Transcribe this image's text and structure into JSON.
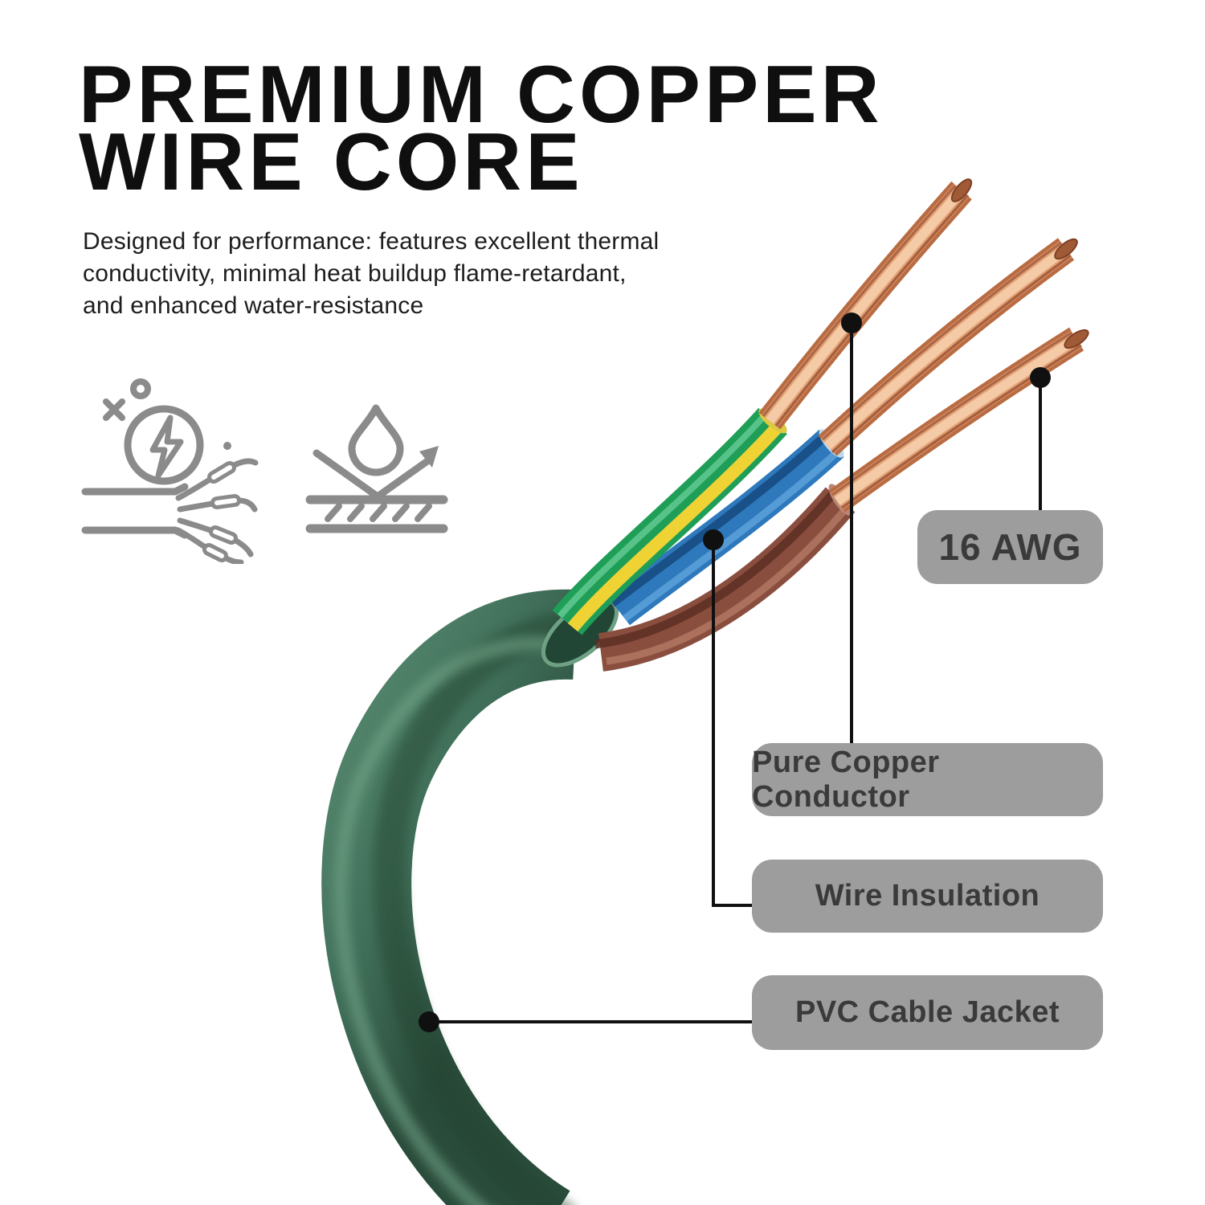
{
  "header": {
    "title_line1": "PREMIUM COPPER",
    "title_line2": "WIRE CORE",
    "description_line1": "Designed for performance: features excellent thermal",
    "description_line2": "conductivity, minimal heat buildup flame-retardant,",
    "description_line3": "and enhanced water-resistance"
  },
  "features": {
    "icons": [
      {
        "name": "electric-cable-icon"
      },
      {
        "name": "water-resistant-icon"
      }
    ]
  },
  "callouts": {
    "awg_label": "16 AWG",
    "conductor_label": "Pure Copper Conductor",
    "insulation_label": "Wire Insulation",
    "jacket_label": "PVC Cable Jacket"
  },
  "colors": {
    "badge_bg": "#9d9d9d",
    "badge_text": "#3a3a3a",
    "title_text": "#0f0f0f",
    "body_text": "#1d1d1d",
    "icon_gray": "#8b8b8b",
    "callout_line": "#101010",
    "jacket_green": "#41705a",
    "earth_green": "#1f9e57",
    "earth_yellow": "#efd335",
    "wire_blue": "#2e78bc",
    "wire_brown": "#8a4e3f",
    "copper_mid": "#d89873",
    "copper_light": "#f4cba6",
    "copper_dark": "#b96b42"
  }
}
